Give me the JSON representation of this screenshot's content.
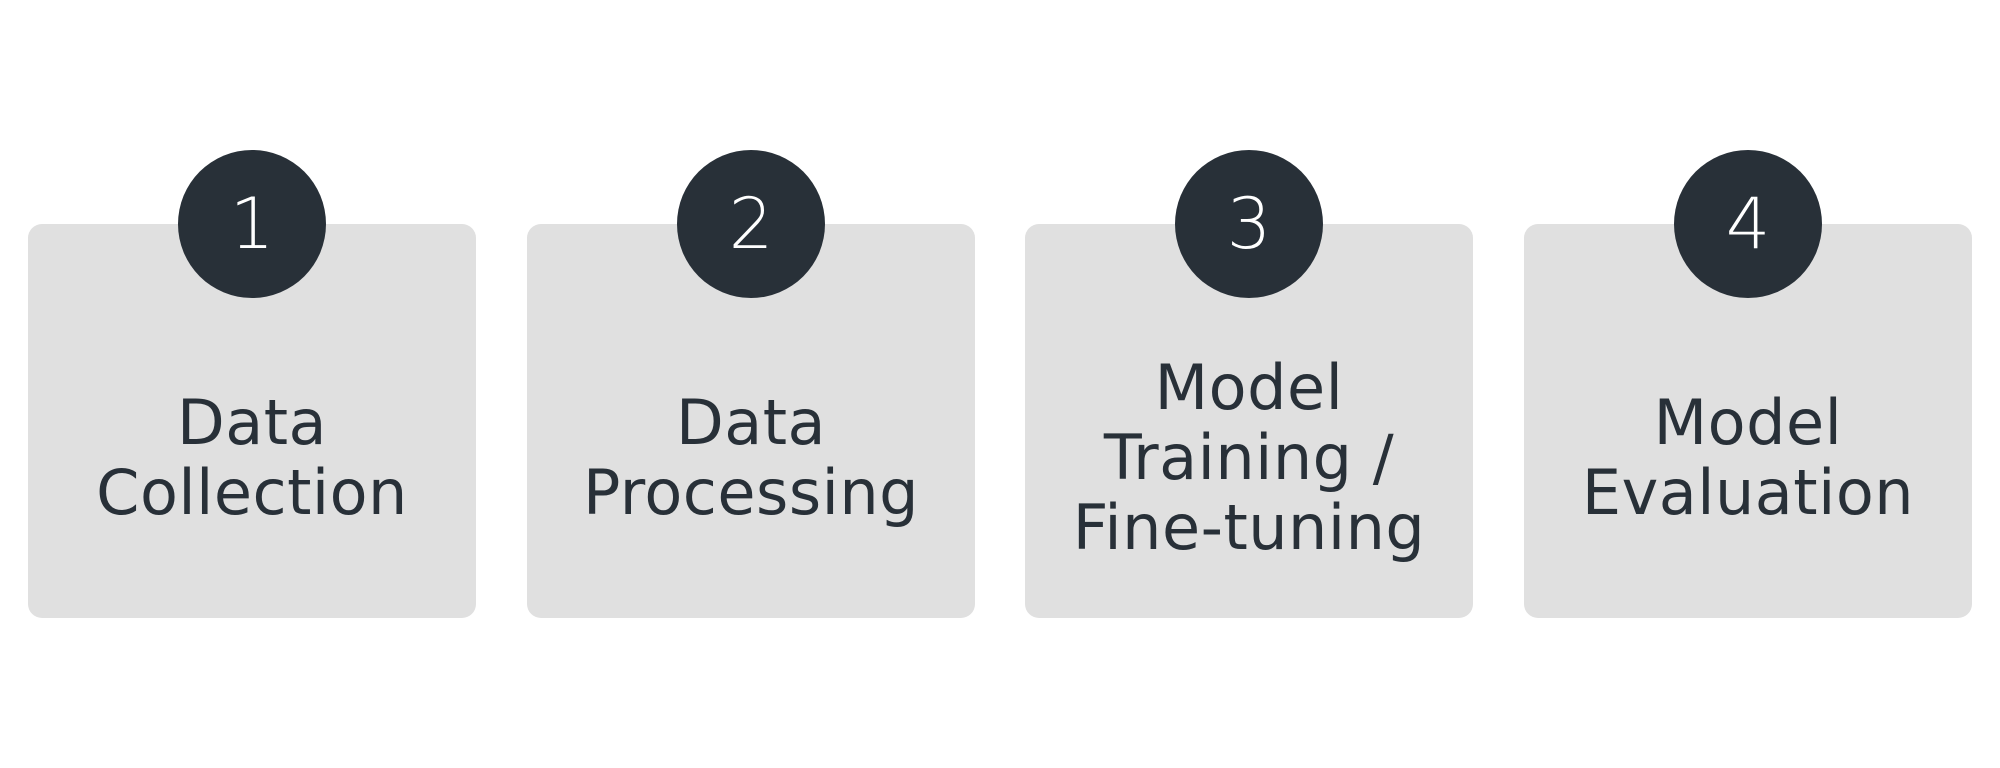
{
  "steps": [
    {
      "number": "1",
      "label_lines": [
        "Data",
        "Collection"
      ]
    },
    {
      "number": "2",
      "label_lines": [
        "Data",
        "Processing"
      ]
    },
    {
      "number": "3",
      "label_lines": [
        "Model",
        "Training /",
        "Fine-tuning"
      ]
    },
    {
      "number": "4",
      "label_lines": [
        "Model",
        "Evaluation"
      ]
    }
  ],
  "colors": {
    "card_background": "#e0e0e0",
    "badge_background": "#283038",
    "badge_text": "#ffffff",
    "label_text": "#283038",
    "page_background": "#ffffff"
  }
}
